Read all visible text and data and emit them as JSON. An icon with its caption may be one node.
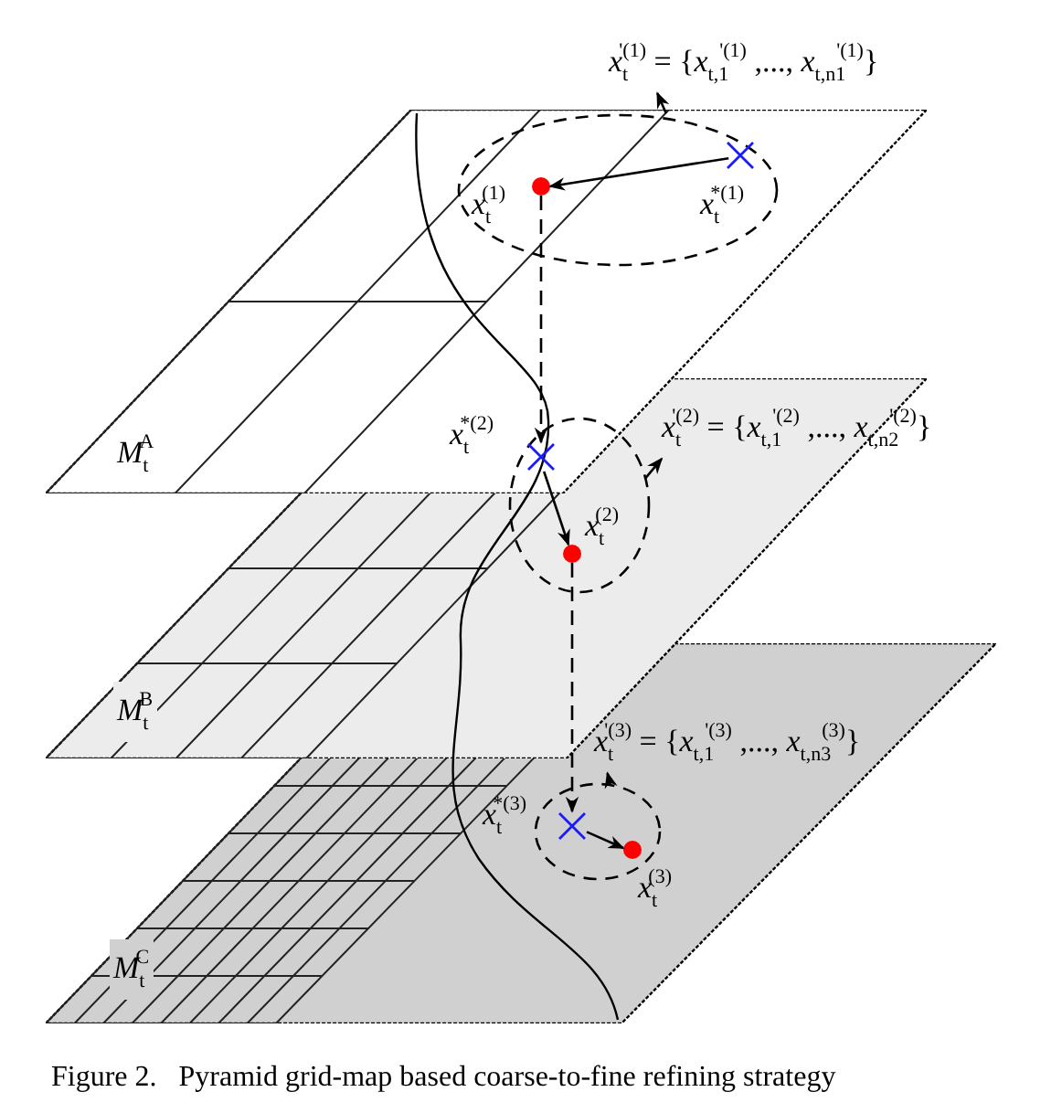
{
  "diagram": {
    "caption": "Figure 2.   Pyramid grid-map based coarse-to-fine refining strategy",
    "nodes": [
      {
        "text": [
          "*M*$_{t}$$^{A}$"
        ]
      },
      {
        "text": [],
        "shape": "ellipse",
        "in": 0
      },
      {
        "text": [],
        "shape": "circle",
        "in": 1,
        "beside": [
          "*x*$_{t}$$^{(1)}$"
        ]
      },
      {
        "text": [],
        "shape": "cross",
        "in": 1,
        "beside": [
          "*x*$_{t}$$^{*(1)}$"
        ]
      },
      {
        "text": [
          "*x*$_{t}$$^{'(1)}$ = {*x*$_{t,1}$$^{'(1)}$ ,..., *x*$_{t,n1}$$^{'(1)}$}"
        ]
      },
      {
        "text": [
          "*M*$_{t}$$^{B}$"
        ]
      },
      {
        "text": [],
        "shape": "ellipse",
        "in": 5
      },
      {
        "text": [],
        "shape": "cross",
        "beside": [
          "*x*$_{t}$$^{*(2)}$"
        ]
      },
      {
        "text": [],
        "shape": "circle",
        "in": 6,
        "beside": [
          "*x*$_{t}$$^{(2)}$"
        ]
      },
      {
        "text": [
          "*x*$_{t}$$^{'(2)}$ = {*x*$_{t,1}$$^{'(2)}$ ,..., *x*$_{t,n2}$$^{'(2)}$}"
        ],
        "in": 5
      },
      {
        "text": [
          "*M*$_{t}$$^{C}$"
        ]
      },
      {
        "text": [],
        "shape": "ellipse",
        "in": 10
      },
      {
        "text": [],
        "shape": "cross",
        "in": 11,
        "beside": [
          "*x*$_{t}$$^{*(3)}$"
        ]
      },
      {
        "text": [],
        "shape": "circle",
        "in": 11,
        "beside": [
          "*x*$_{t}$$^{(3)}$"
        ]
      },
      {
        "text": [
          "*x*$_{t}$$^{'(3)}$ = {*x*$_{t,1}$$^{'(3)}$ ,..., *x*$_{t,n3}$$^{(3)}$}"
        ],
        "in": 10
      }
    ],
    "edges": [
      {
        "from": 3,
        "to": 2,
        "arrow": "to"
      },
      {
        "from": 1,
        "to": 4,
        "arrow": "to"
      },
      {
        "from": 2,
        "to": 7,
        "arrow": "to",
        "style": "dashed"
      },
      {
        "from": 7,
        "to": 8,
        "arrow": "to"
      },
      {
        "from": 6,
        "to": 9,
        "arrow": "to"
      },
      {
        "from": 8,
        "to": 12,
        "arrow": "to",
        "style": "dashed"
      },
      {
        "from": 12,
        "to": 13,
        "arrow": "to"
      },
      {
        "from": 11,
        "to": 14,
        "arrow": "to"
      }
    ]
  }
}
